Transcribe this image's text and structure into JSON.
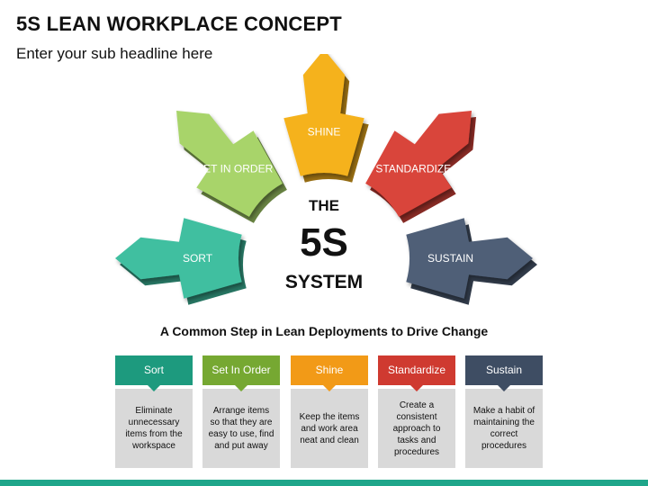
{
  "title": "5S LEAN WORKPLACE CONCEPT",
  "subtitle": "Enter your sub headline here",
  "center": {
    "line1": "THE",
    "line2": "5S",
    "line3": "SYSTEM"
  },
  "tagline": "A Common Step in Lean Deployments to Drive Change",
  "segments": [
    {
      "label": "SORT",
      "color": "#3fbfa0"
    },
    {
      "label": "SET IN ORDER",
      "color": "#a8d46a"
    },
    {
      "label": "SHINE",
      "color": "#f5b21e"
    },
    {
      "label": "STANDARDIZE",
      "color": "#d9443a"
    },
    {
      "label": "SUSTAIN",
      "color": "#4f5f77"
    }
  ],
  "cards": [
    {
      "head": "Sort",
      "text": "Eliminate unnecessary items from the workspace",
      "color": "#1d9a7e"
    },
    {
      "head": "Set In Order",
      "text": "Arrange items so that they are easy to use, find and put away",
      "color": "#76a832"
    },
    {
      "head": "Shine",
      "text": "Keep the items and work area neat and clean",
      "color": "#f29a17"
    },
    {
      "head": "Standardize",
      "text": "Create a consistent approach to tasks and procedures",
      "color": "#cf3a30"
    },
    {
      "head": "Sustain",
      "text": "Make a habit of maintaining the correct procedures",
      "color": "#3e4d63"
    }
  ]
}
